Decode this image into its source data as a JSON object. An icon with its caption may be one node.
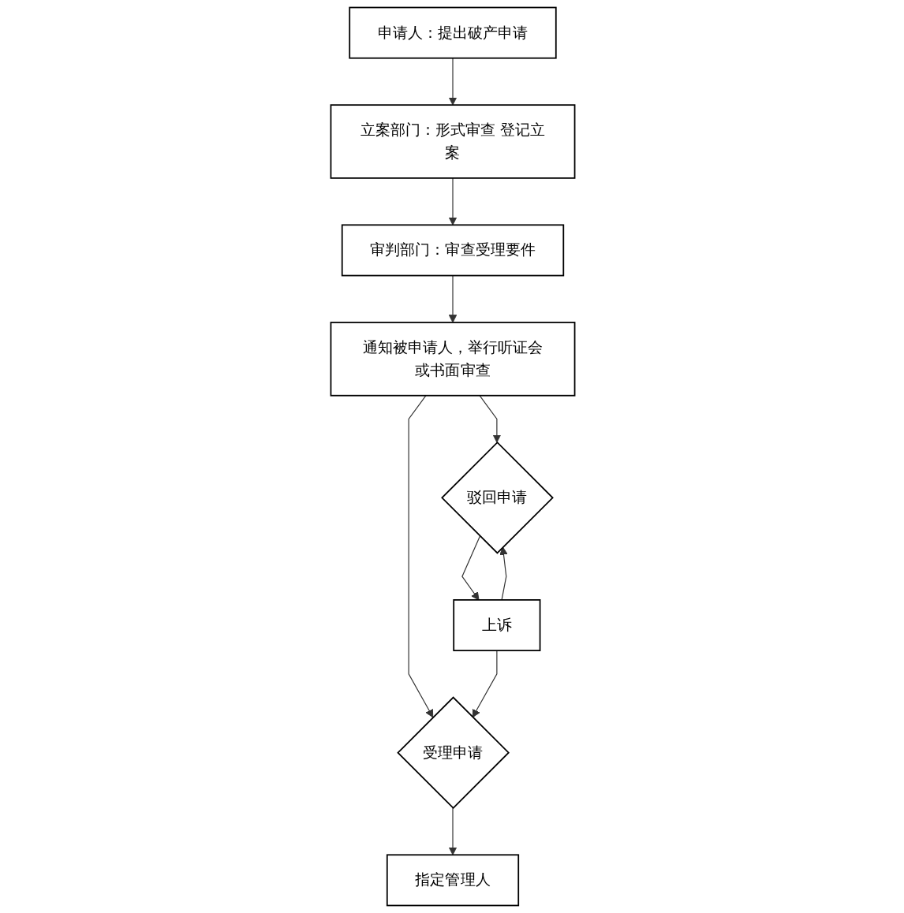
{
  "diagram": {
    "nodes": [
      {
        "text": [
          "申请人：提出破产申请"
        ]
      },
      {
        "text": [
          "立案部门：形式审查 登记立案"
        ]
      },
      {
        "text": [
          "审判部门：审查受理要件"
        ]
      },
      {
        "text": [
          "通知被申请人，举行听证会或书面审查"
        ]
      },
      {
        "text": [
          "驳回申请"
        ]
      },
      {
        "text": [
          "受理申请"
        ]
      },
      {
        "text": [
          "指定管理人"
        ]
      },
      {
        "text": [
          "上诉"
        ]
      }
    ],
    "edges": [
      {
        "from": 0,
        "to": 1,
        "arrow": "to"
      },
      {
        "from": 1,
        "to": 2,
        "arrow": "to"
      },
      {
        "from": 2,
        "to": 3,
        "arrow": "to"
      },
      {
        "from": 3,
        "to": 4,
        "arrow": "to"
      },
      {
        "from": 3,
        "to": 5,
        "arrow": "to"
      },
      {
        "from": 4,
        "to": 7,
        "arrow": "to"
      },
      {
        "from": 7,
        "to": 4,
        "arrow": "to"
      },
      {
        "from": 7,
        "to": 5,
        "arrow": "to"
      },
      {
        "from": 5,
        "to": 6,
        "arrow": "to"
      }
    ]
  }
}
